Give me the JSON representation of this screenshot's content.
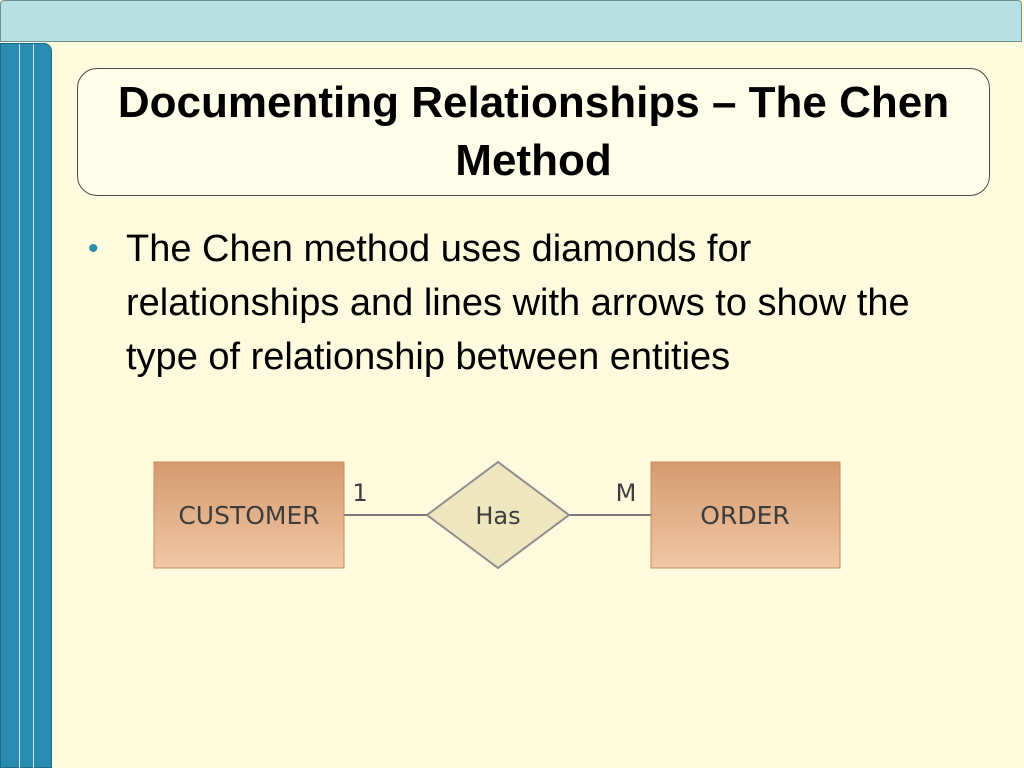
{
  "slide": {
    "title": "Documenting Relationships – The Chen Method",
    "bullets": [
      "The Chen method uses diamonds for relationships and lines with arrows to show the type of relationship between entities"
    ]
  },
  "diagram": {
    "entity_left": "CUSTOMER",
    "relationship": "Has",
    "entity_right": "ORDER",
    "cardinality_left": "1",
    "cardinality_right": "M"
  },
  "colors": {
    "background": "#fefade",
    "accent_blue": "#2a8bb0",
    "top_bar": "#b9e1e4",
    "entity_fill_top": "#d49a6e",
    "entity_fill_bottom": "#f1c7a5",
    "diamond_fill": "#eee6bf"
  }
}
